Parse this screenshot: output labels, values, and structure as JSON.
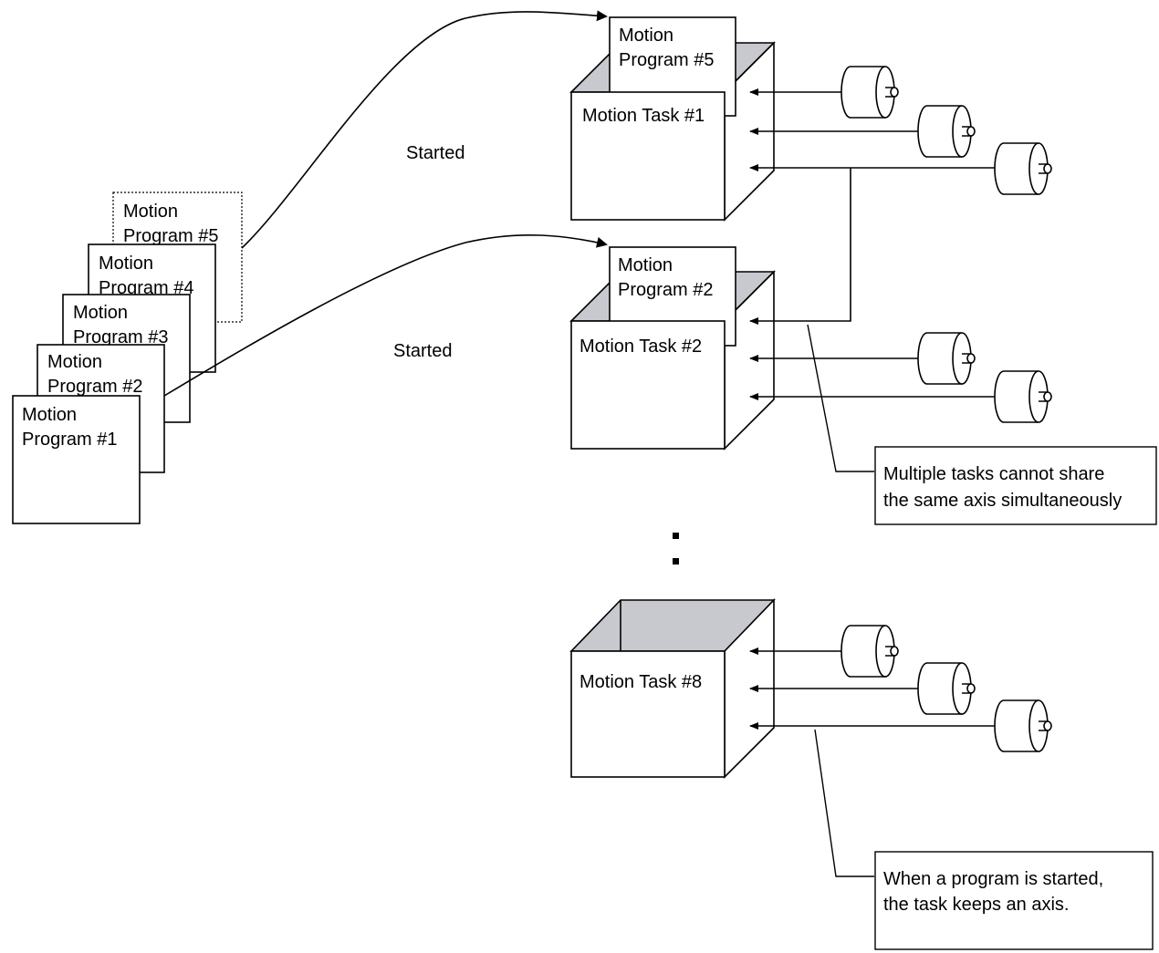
{
  "stacked_programs": [
    {
      "line1": "Motion",
      "line2": "Program #5"
    },
    {
      "line1": "Motion",
      "line2": "Program #4"
    },
    {
      "line1": "Motion",
      "line2": "Program #3"
    },
    {
      "line1": "Motion",
      "line2": "Program #2"
    },
    {
      "line1": "Motion",
      "line2": "Program #1"
    }
  ],
  "started_labels": [
    "Started",
    "Started"
  ],
  "tasks": [
    {
      "name": "Motion Task #1",
      "program_line1": "Motion",
      "program_line2": "Program #5"
    },
    {
      "name": "Motion Task #2",
      "program_line1": "Motion",
      "program_line2": "Program #2"
    },
    {
      "name": "Motion Task #8"
    }
  ],
  "continuation": ":",
  "notes": [
    {
      "line1": "Multiple tasks cannot share",
      "line2": "the same axis simultaneously"
    },
    {
      "line1": "When a program is started,",
      "line2": "the task keeps an axis."
    }
  ],
  "colors": {
    "box_top": "#c8c9cf",
    "line": "#000000",
    "background": "#ffffff"
  }
}
